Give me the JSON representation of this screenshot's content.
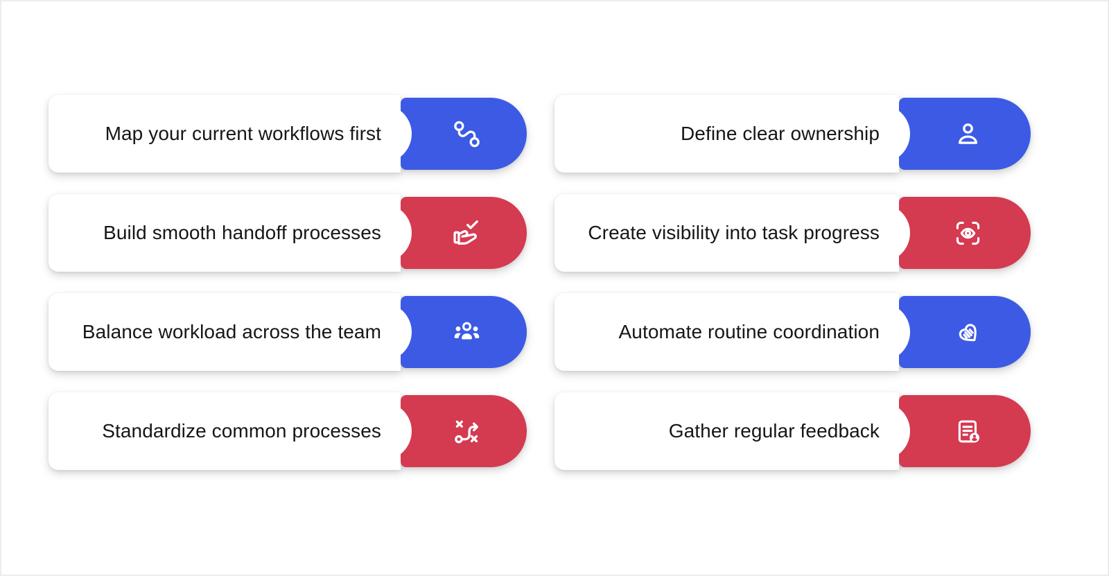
{
  "colors": {
    "accent_blue": "#3D5AE5",
    "accent_red": "#D43A50",
    "card_bg": "#ffffff",
    "page_bg": "#ffffff",
    "text": "#161616",
    "frame": "#ededed",
    "icon": "#ffffff"
  },
  "columns": [
    {
      "cards": [
        {
          "label": "Map your current workflows first",
          "icon": "route-icon",
          "accent": "blue"
        },
        {
          "label": "Build smooth handoff processes",
          "icon": "hand-check-icon",
          "accent": "red"
        },
        {
          "label": "Balance workload across the team",
          "icon": "team-icon",
          "accent": "blue"
        },
        {
          "label": "Standardize common processes",
          "icon": "strategy-icon",
          "accent": "red"
        }
      ]
    },
    {
      "cards": [
        {
          "label": "Define clear ownership",
          "icon": "person-icon",
          "accent": "blue"
        },
        {
          "label": "Create visibility into task progress",
          "icon": "eye-scan-icon",
          "accent": "red"
        },
        {
          "label": "Automate routine coordination",
          "icon": "handshake-icon",
          "accent": "blue"
        },
        {
          "label": "Gather regular feedback",
          "icon": "feedback-doc-icon",
          "accent": "red"
        }
      ]
    }
  ]
}
